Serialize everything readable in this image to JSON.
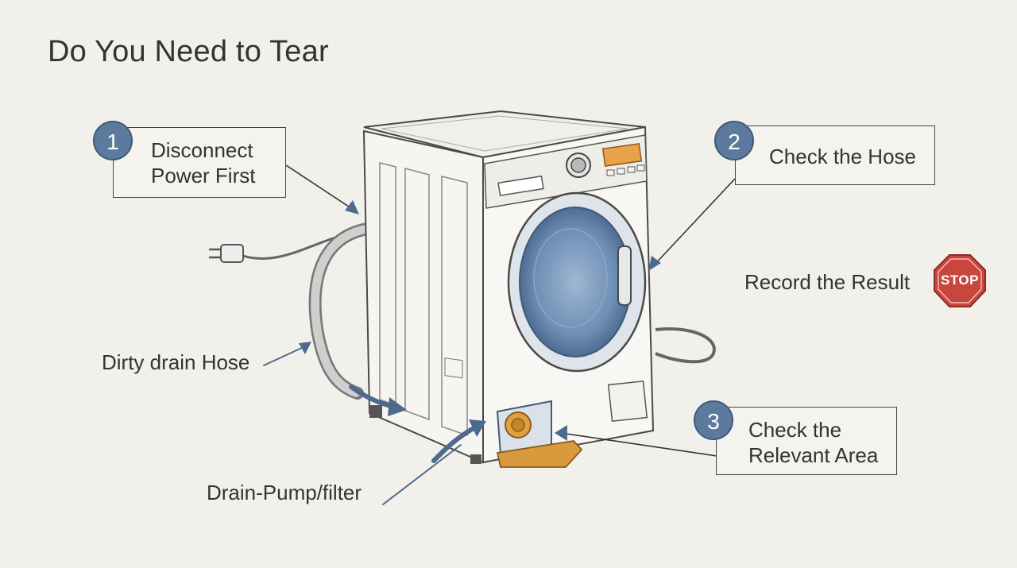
{
  "title": "Do You Need to Tear",
  "steps": [
    {
      "number": "1",
      "line1": "Disconnect",
      "line2": "Power First"
    },
    {
      "number": "2",
      "line1": "Check the Hose"
    },
    {
      "number": "3",
      "line1": "Check the",
      "line2": "Relevant Area"
    }
  ],
  "labels": {
    "dirty_hose": "Dirty drain Hose",
    "drain_pump": "Drain-Pump/filter",
    "record": "Record the Result"
  },
  "stop_sign": {
    "text": "STOP",
    "color": "#c9463d"
  },
  "colors": {
    "badge": "#5b7a9e",
    "arrow": "#4d6a8c",
    "accent_orange": "#d99a3e",
    "drum_blue": "#6f8fb5"
  }
}
